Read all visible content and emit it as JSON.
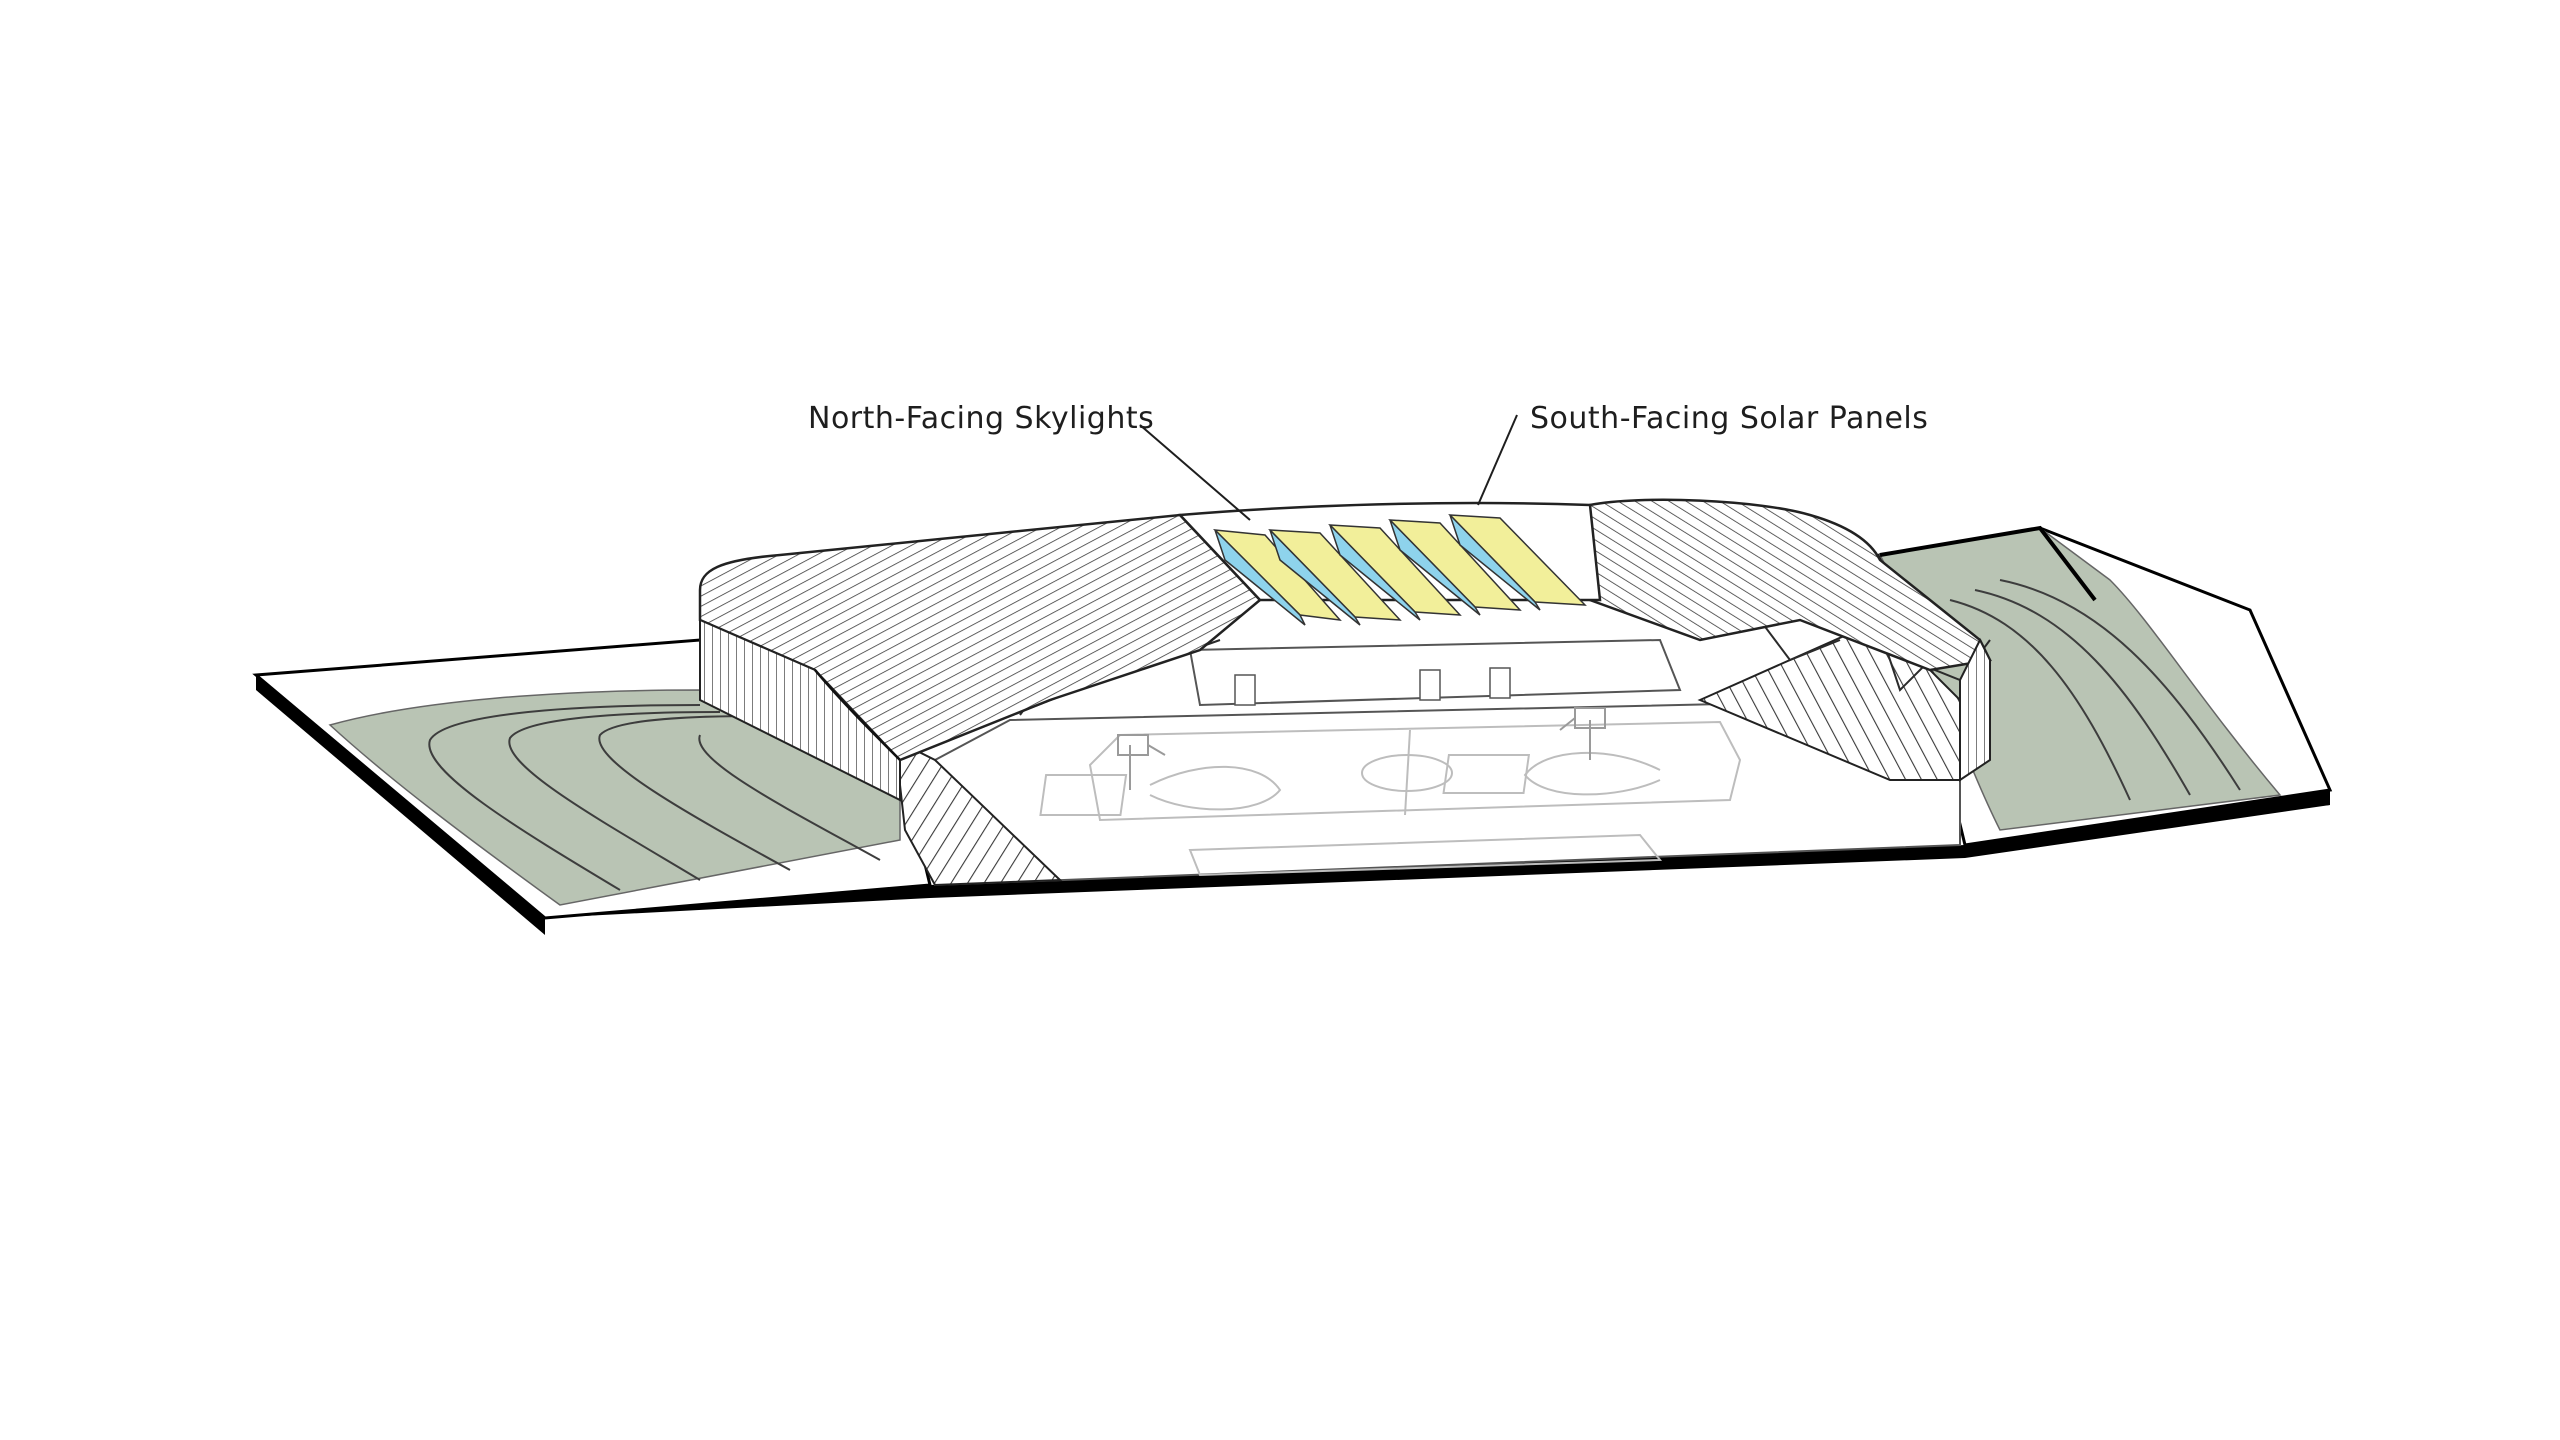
{
  "diagram": {
    "callouts": [
      {
        "id": "skylights",
        "label": "North-Facing Skylights"
      },
      {
        "id": "solar",
        "label": "South-Facing Solar Panels"
      }
    ],
    "colors": {
      "landscape_green": "#b9c4b4",
      "terrain_white": "#ffffff",
      "base_black": "#000000",
      "skylight_glass": "#8ed3ec",
      "solar_panel": "#f2ef9a",
      "line_work": "#2a2a2a",
      "court_lines": "#cfcfcf"
    }
  }
}
